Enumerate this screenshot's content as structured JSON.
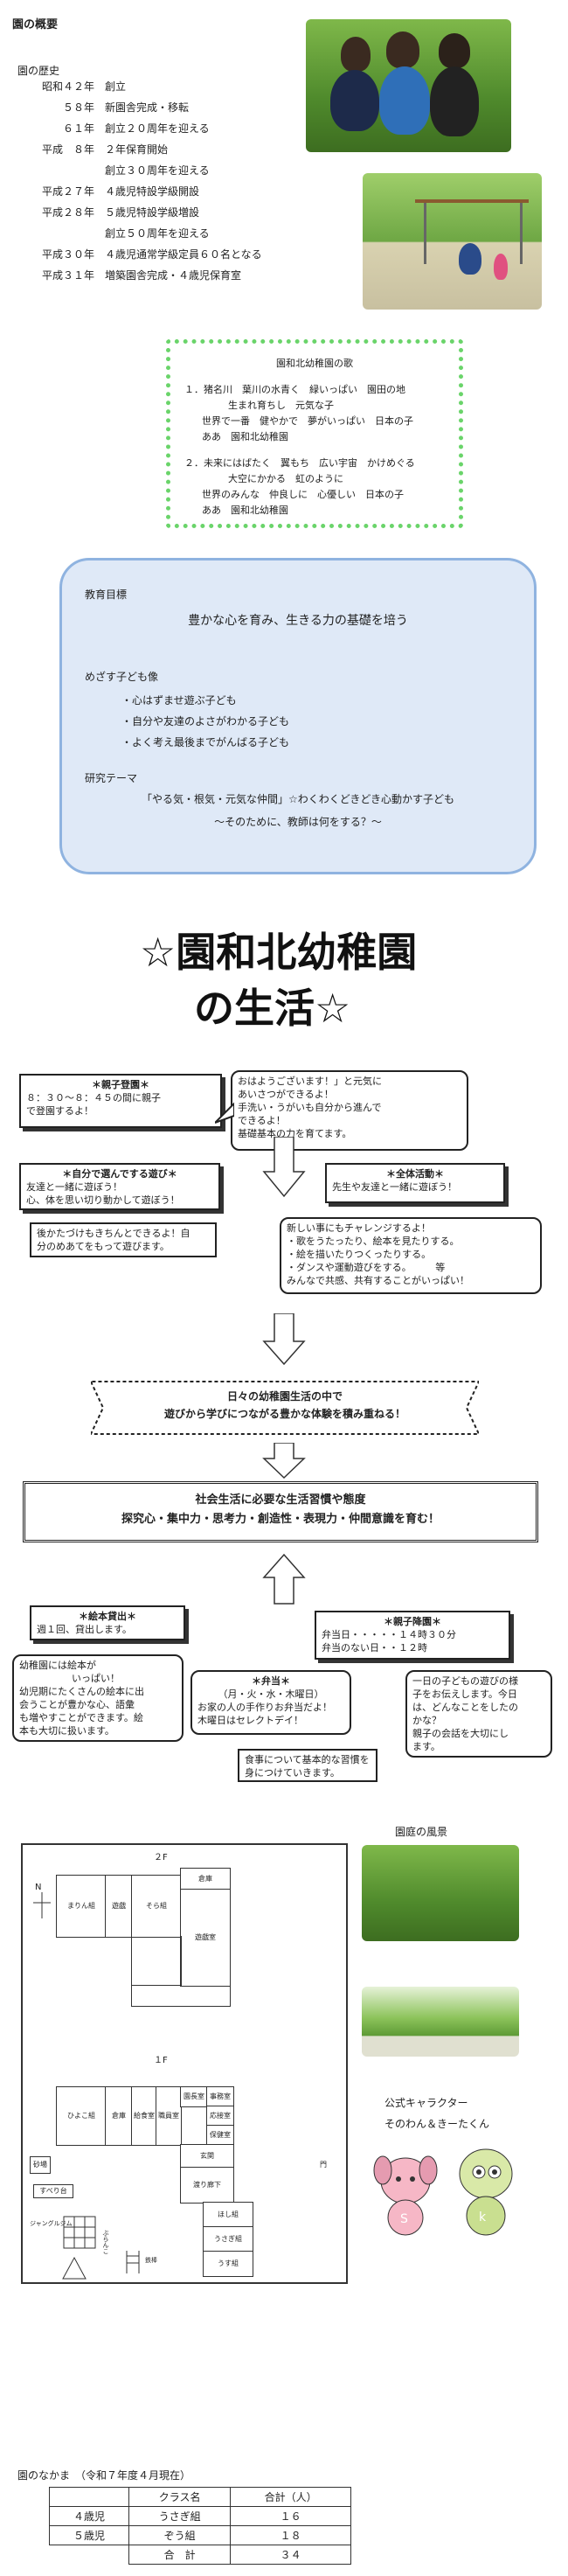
{
  "overview": {
    "heading": "園の概要",
    "history_heading": "園の歴史",
    "history": [
      {
        "era": "昭和４２年",
        "event": "創立"
      },
      {
        "era": "５８年",
        "event": "新園舎完成・移転"
      },
      {
        "era": "６１年",
        "event": "創立２０周年を迎える"
      },
      {
        "era": "平成　８年",
        "event": "２年保育開始"
      },
      {
        "era": "",
        "event": "創立３０周年を迎える"
      },
      {
        "era": "平成２７年",
        "event": "４歳児特設学級開設"
      },
      {
        "era": "平成２８年",
        "event": "５歳児特設学級増設"
      },
      {
        "era": "",
        "event": "創立５０周年を迎える"
      },
      {
        "era": "平成３０年",
        "event": "４歳児通常学級定員６０名となる"
      },
      {
        "era": "平成３１年",
        "event": "増築園舎完成・４歳児保育室"
      }
    ]
  },
  "song": {
    "title": "園和北幼稚園の歌",
    "verse1": [
      "１．猪名川　葉川の水青く　緑いっぱい　園田の地",
      "生まれ育ちし　元気な子",
      "世界で一番　健やかで　夢がいっぱい　日本の子",
      "ああ　園和北幼稚園"
    ],
    "verse2": [
      "２．未来にはばたく　翼もち　広い宇宙　かけめぐる",
      "大空にかかる　虹のように",
      "世界のみんな　仲良しに　心優しい　日本の子",
      "ああ　園和北幼稚園"
    ]
  },
  "goals": {
    "edu_label": "教育目標",
    "edu_goal": "豊かな心を育み、生きる力の基礎を培う",
    "child_label": "めざす子ども像",
    "child_items": [
      "・心はずませ遊ぶ子ども",
      "・自分や友達のよさがわかる子ども",
      "・よく考え最後までがんばる子ども"
    ],
    "research_label": "研究テーマ",
    "research_theme": "「やる気・根気・元気な仲間」☆わくわくどきどき心動かす子ども",
    "research_sub": "～そのために、教師は何をする？～"
  },
  "life_title": {
    "line1": "☆園和北幼稚園",
    "line2": "の生活☆"
  },
  "flow": {
    "arrival_title": "＊親子登園＊",
    "arrival_text": [
      "８：３０～８：４５の間に親子",
      "で登園するよ！"
    ],
    "greeting": [
      "おはようございます！」と元気に",
      "あいさつができるよ！",
      "手洗い・うがいも自分から進んで",
      "できるよ！",
      "基礎基本の力を育てます。"
    ],
    "freeplay_title": "＊自分で選んでする遊び＊",
    "freeplay_text": [
      "友達と一緒に遊ぼう！",
      "心、体を思い切り動かして遊ぼう！"
    ],
    "cleanup": [
      "後かたづけもきちんとできるよ！自",
      "分のめあてをもって遊びます。"
    ],
    "group_title": "＊全体活動＊",
    "group_text": "先生や友達と一緒に遊ぼう！",
    "challenge": [
      "新しい事にもチャレンジするよ！",
      "・歌をうたったり、絵本を見たりする。",
      "・絵を描いたりつくったりする。",
      "・ダンスや運動遊びをする。　　　等",
      "みんなで共感、共有することがいっぱい！"
    ],
    "daily_line1": "日々の幼稚園生活の中で",
    "daily_line2": "遊びから学びにつながる豊かな体験を積み重ねる！",
    "social_line1": "社会生活に必要な生活習慣や態度",
    "social_line2": "探究心・集中力・思考力・創造性・表現力・仲間意識を育む！",
    "book_title": "＊絵本貸出＊",
    "book_text": [
      "週１回、貸出します。"
    ],
    "book_detail": [
      "幼稚園には絵本が",
      "いっぱい！",
      "幼児期にたくさんの絵本に出",
      "会うことが豊かな心、語彙",
      "も増やすことができます。絵",
      "本も大切に扱います。"
    ],
    "lunch_title": "＊弁当＊",
    "lunch_text": [
      "（月・火・水・木曜日）",
      "お家の人の手作りお弁当だよ！",
      "木曜日はセレクトデイ！"
    ],
    "dismiss_title": "＊親子降園＊",
    "dismiss_text": [
      "弁当日・・・・・１４時３０分",
      "弁当のない日・・１２時"
    ],
    "habits": [
      "食事について基本的な習慣を",
      "身につけていきます。"
    ],
    "family": [
      "一日の子どもの遊びの様",
      "子をお伝えします。今日",
      "は、どんなことをしたの",
      "かな？",
      "親子の会話を大切にし",
      "ます。"
    ]
  },
  "garden": {
    "label": "園庭の風景"
  },
  "character": {
    "label": "公式キャラクター",
    "names": "そのわん＆きーたくん"
  },
  "map": {
    "north": "N",
    "floor2": "２F",
    "floor1": "１F",
    "rooms2": [
      "まりん組",
      "遊戯",
      "そら組",
      "倉庫",
      "遊戯室"
    ],
    "rooms1": [
      "ひよこ組",
      "倉庫",
      "給食室",
      "職員室",
      "園長室",
      "事務室",
      "応接室",
      "保健室",
      "玄関",
      "渡り廊下",
      "ほし組",
      "うさぎ組",
      "うす組"
    ],
    "yard": [
      "砂場",
      "すべり台",
      "ジャングルジム",
      "ぶらんこ",
      "鉄棒",
      "門"
    ]
  },
  "classes": {
    "caption": "園のなかま　（令和７年度４月現在）",
    "headers": [
      "",
      "クラス名",
      "合計（人）"
    ],
    "rows": [
      [
        "４歳児",
        "うさぎ組",
        "１６"
      ],
      [
        "５歳児",
        "ぞう組",
        "１８"
      ],
      [
        "",
        "合　計",
        "３４"
      ]
    ]
  }
}
